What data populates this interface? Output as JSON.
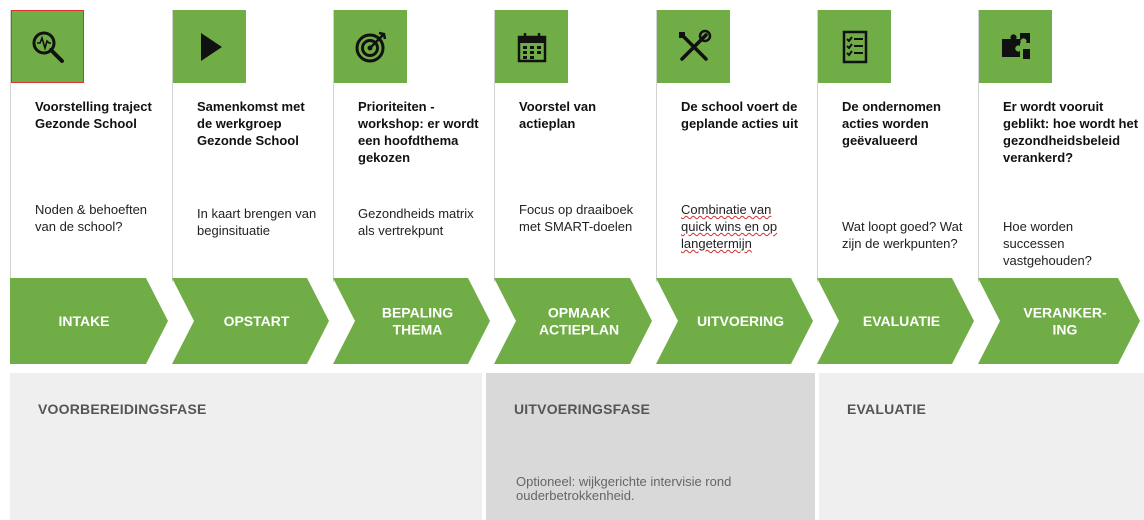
{
  "colors": {
    "accent": "#70ad47",
    "phase_light": "#efefef",
    "phase_mid": "#d9d9d9"
  },
  "steps": [
    {
      "icon": "magnifier-pulse-icon",
      "title": "Voorstelling traject Gezonde School",
      "desc": "Noden & behoeften van de school?",
      "arrow": [
        "INTAKE"
      ]
    },
    {
      "icon": "play-icon",
      "title": "Samenkomst met de werkgroep Gezonde School",
      "desc": "In kaart brengen van beginsituatie",
      "arrow": [
        "OPSTART"
      ]
    },
    {
      "icon": "target-icon",
      "title": "Prioriteiten - workshop: er wordt een hoofdthema gekozen",
      "desc": "Gezondheids matrix als vertrekpunt",
      "arrow": [
        "BEPALING",
        "THEMA"
      ]
    },
    {
      "icon": "calendar-icon",
      "title": "Voorstel van actieplan",
      "desc": "Focus op draaiboek met SMART-doelen",
      "arrow": [
        "OPMAAK",
        "ACTIEPLAN"
      ]
    },
    {
      "icon": "tools-icon",
      "title": "De school voert de geplande acties uit",
      "desc": "Combinatie van quick wins en op langetermijn",
      "arrow": [
        "UITVOERING"
      ]
    },
    {
      "icon": "checklist-icon",
      "title": "De ondernomen acties worden geëvalueerd",
      "desc": "Wat loopt goed? Wat zijn de werkpunten?",
      "arrow": [
        "EVALUATIE"
      ]
    },
    {
      "icon": "puzzle-icon",
      "title": "Er wordt vooruit geblikt: hoe wordt het gezondheidsbeleid verankerd?",
      "desc": "Hoe worden successen vastgehouden?",
      "arrow": [
        "VERANKER-",
        "ING"
      ]
    }
  ],
  "phases": [
    {
      "label": "VOORBEREIDINGSFASE",
      "note": ""
    },
    {
      "label": "UITVOERINGSFASE",
      "note": "Optioneel: wijkgerichte intervisie rond ouderbetrokkenheid."
    },
    {
      "label": "EVALUATIE",
      "note": ""
    }
  ]
}
